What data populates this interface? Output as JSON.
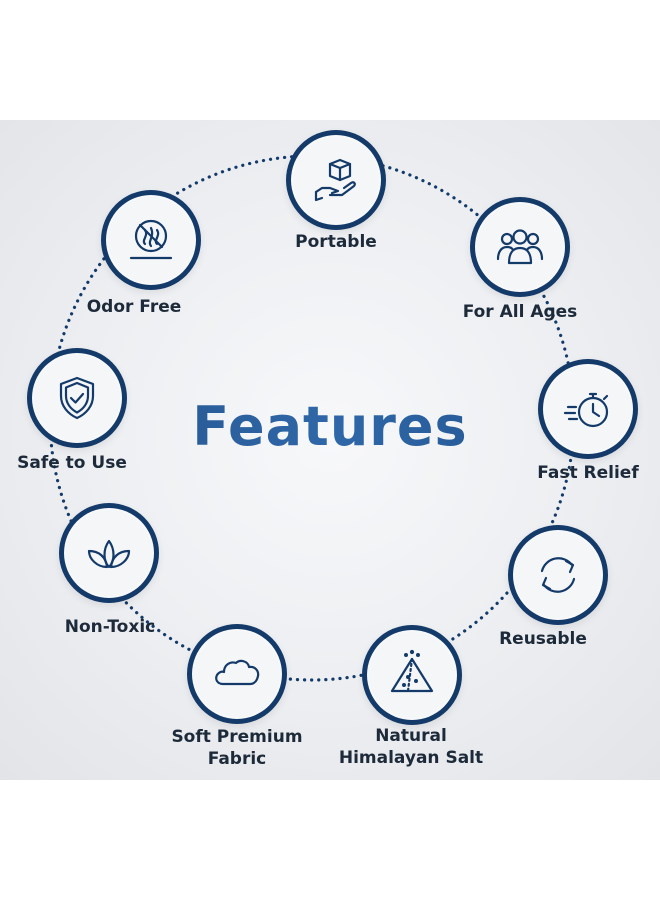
{
  "title": "Features",
  "colors": {
    "accent": "#143a6a",
    "title_blue": "#2a5d9f",
    "text": "#1d2a3a"
  },
  "features": [
    {
      "label": "Portable",
      "icon": "hand-box-icon"
    },
    {
      "label": "For All Ages",
      "icon": "group-people-icon"
    },
    {
      "label": "Fast Relief",
      "icon": "stopwatch-icon"
    },
    {
      "label": "Reusable",
      "icon": "refresh-arrows-icon"
    },
    {
      "label": "Natural",
      "label2": "Himalayan Salt",
      "icon": "salt-pyramid-icon"
    },
    {
      "label": "Soft Premium",
      "label2": "Fabric",
      "icon": "cloud-icon"
    },
    {
      "label": "Non-Toxic",
      "icon": "leaves-icon"
    },
    {
      "label": "Safe to Use",
      "icon": "shield-check-icon"
    },
    {
      "label": "Odor Free",
      "icon": "no-odor-icon"
    }
  ]
}
